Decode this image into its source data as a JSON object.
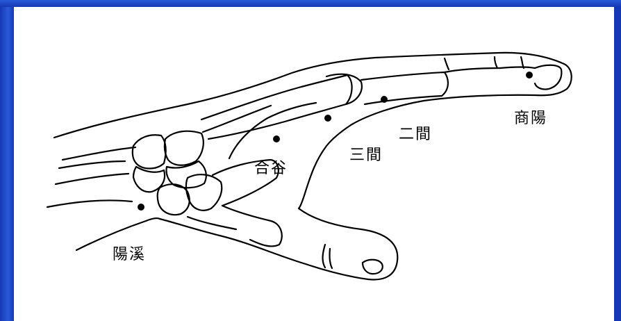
{
  "labels": {
    "shangyang": "商陽",
    "erjian": "二間",
    "sanjian": "三間",
    "hegu": "合谷",
    "yangxi": "陽溪"
  },
  "colors": {
    "frame": "#1a3fbf",
    "panel": "#ffffff",
    "ink": "#000000"
  }
}
